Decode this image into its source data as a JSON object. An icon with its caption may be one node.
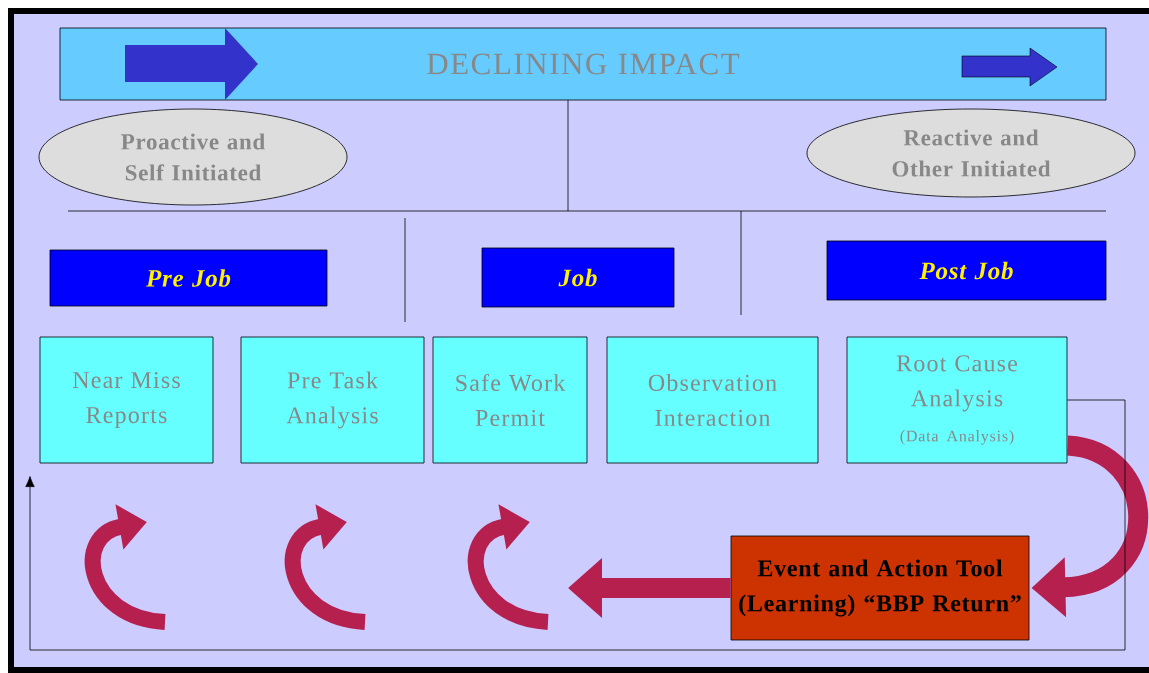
{
  "diagram": {
    "nodes": [
      {
        "text": [
          "DECLINING IMPACT"
        ]
      },
      {
        "text": [
          "Proactive and Self Initiated"
        ]
      },
      {
        "text": [
          "Reactive and Other Initiated"
        ]
      },
      {
        "text": [
          "Pre Job"
        ]
      },
      {
        "text": [
          "Job"
        ]
      },
      {
        "text": [
          "Post Job"
        ]
      },
      {
        "text": [
          "Near Miss Reports"
        ]
      },
      {
        "text": [
          "Pre Task Analysis"
        ]
      },
      {
        "text": [
          "Safe Work Permit"
        ]
      },
      {
        "text": [
          "Observation Interaction"
        ]
      },
      {
        "text": [
          "Root Cause Analysis",
          "(Data Analysis)"
        ]
      },
      {
        "text": [
          "Event and Action Tool (Learning) “BBP Return”"
        ]
      }
    ],
    "edges": [
      {
        "from": 10,
        "to": 11,
        "arrow": "to",
        "color": "#b5204f"
      },
      {
        "from": 11,
        "to": null,
        "arrow": "to",
        "color": "#b5204f"
      },
      {
        "from": 10,
        "to": null,
        "arrow": "to",
        "color": "#000000"
      }
    ]
  }
}
